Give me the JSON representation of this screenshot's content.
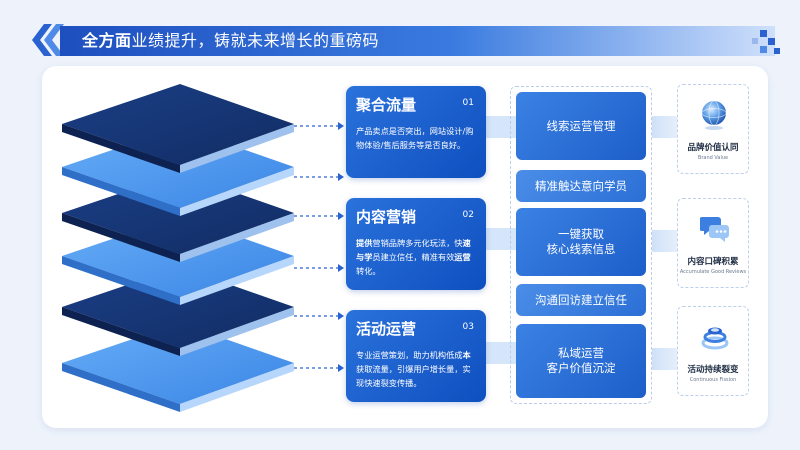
{
  "header": {
    "title_bold": "全方面",
    "title_rest": "业绩提升，铸就未来增长的重磅码"
  },
  "stages": [
    {
      "title": "聚合流量",
      "num": "01",
      "desc_bold_1": "",
      "desc_1": "产品卖点是否突出，网站设计/购物体验/售后服务等是否良好。",
      "desc_bold_2": "",
      "desc_2": ""
    },
    {
      "title": "内容营销",
      "num": "02",
      "desc_bold_1": "提供",
      "desc_1": "营销品牌多元化玩法，快",
      "desc_bold_2": "速与学",
      "desc_2": "员建立信任，精准有效",
      "desc_bold_3": "运营",
      "desc_3": "转化。"
    },
    {
      "title": "活动运营",
      "num": "03",
      "desc_bold_1": "",
      "desc_1": "专业运营策划，助力机构低成",
      "desc_bold_2": "本",
      "desc_2": "获取流量，引爆用户增长量，实现快速裂变传播。",
      "desc_bold_3": "",
      "desc_3": ""
    }
  ],
  "middle": [
    {
      "line1": "线索运营管理",
      "line2": ""
    },
    {
      "line1": "精准触达意向学员",
      "line2": ""
    },
    {
      "line1": "一键获取",
      "line2": "核心线索信息"
    },
    {
      "line1": "沟通回访建立信任",
      "line2": ""
    },
    {
      "line1": "私域运营",
      "line2": "客户价值沉淀"
    }
  ],
  "outcomes": [
    {
      "cn": "品牌价值认同",
      "en": "Brand Value",
      "icon": "globe-icon"
    },
    {
      "cn": "内容口碑积累",
      "en": "Accumulate Good Reviews",
      "icon": "chat-bubbles-icon"
    },
    {
      "cn": "活动持续裂变",
      "en": "Continuous Fission",
      "icon": "fission-rings-icon"
    }
  ],
  "colors": {
    "dark_layer": "#16336f",
    "light_layer": "#4f9af0",
    "accent": "#1e5fcf"
  }
}
